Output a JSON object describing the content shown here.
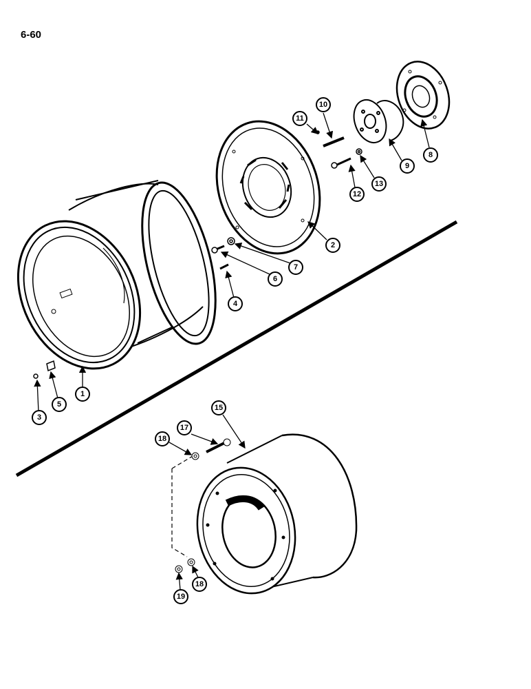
{
  "page": {
    "label": "6-60"
  },
  "callouts": [
    {
      "id": "c1",
      "text": "1"
    },
    {
      "id": "c2",
      "text": "2"
    },
    {
      "id": "c3",
      "text": "3"
    },
    {
      "id": "c4",
      "text": "4"
    },
    {
      "id": "c5",
      "text": "5"
    },
    {
      "id": "c6",
      "text": "6"
    },
    {
      "id": "c7",
      "text": "7"
    },
    {
      "id": "c8",
      "text": "8"
    },
    {
      "id": "c9",
      "text": "9"
    },
    {
      "id": "c10",
      "text": "10"
    },
    {
      "id": "c11",
      "text": "11"
    },
    {
      "id": "c12",
      "text": "12"
    },
    {
      "id": "c13",
      "text": "13"
    },
    {
      "id": "c15",
      "text": "15"
    },
    {
      "id": "c17",
      "text": "17"
    },
    {
      "id": "c18a",
      "text": "18"
    },
    {
      "id": "c18b",
      "text": "18"
    },
    {
      "id": "c19",
      "text": "19"
    }
  ]
}
